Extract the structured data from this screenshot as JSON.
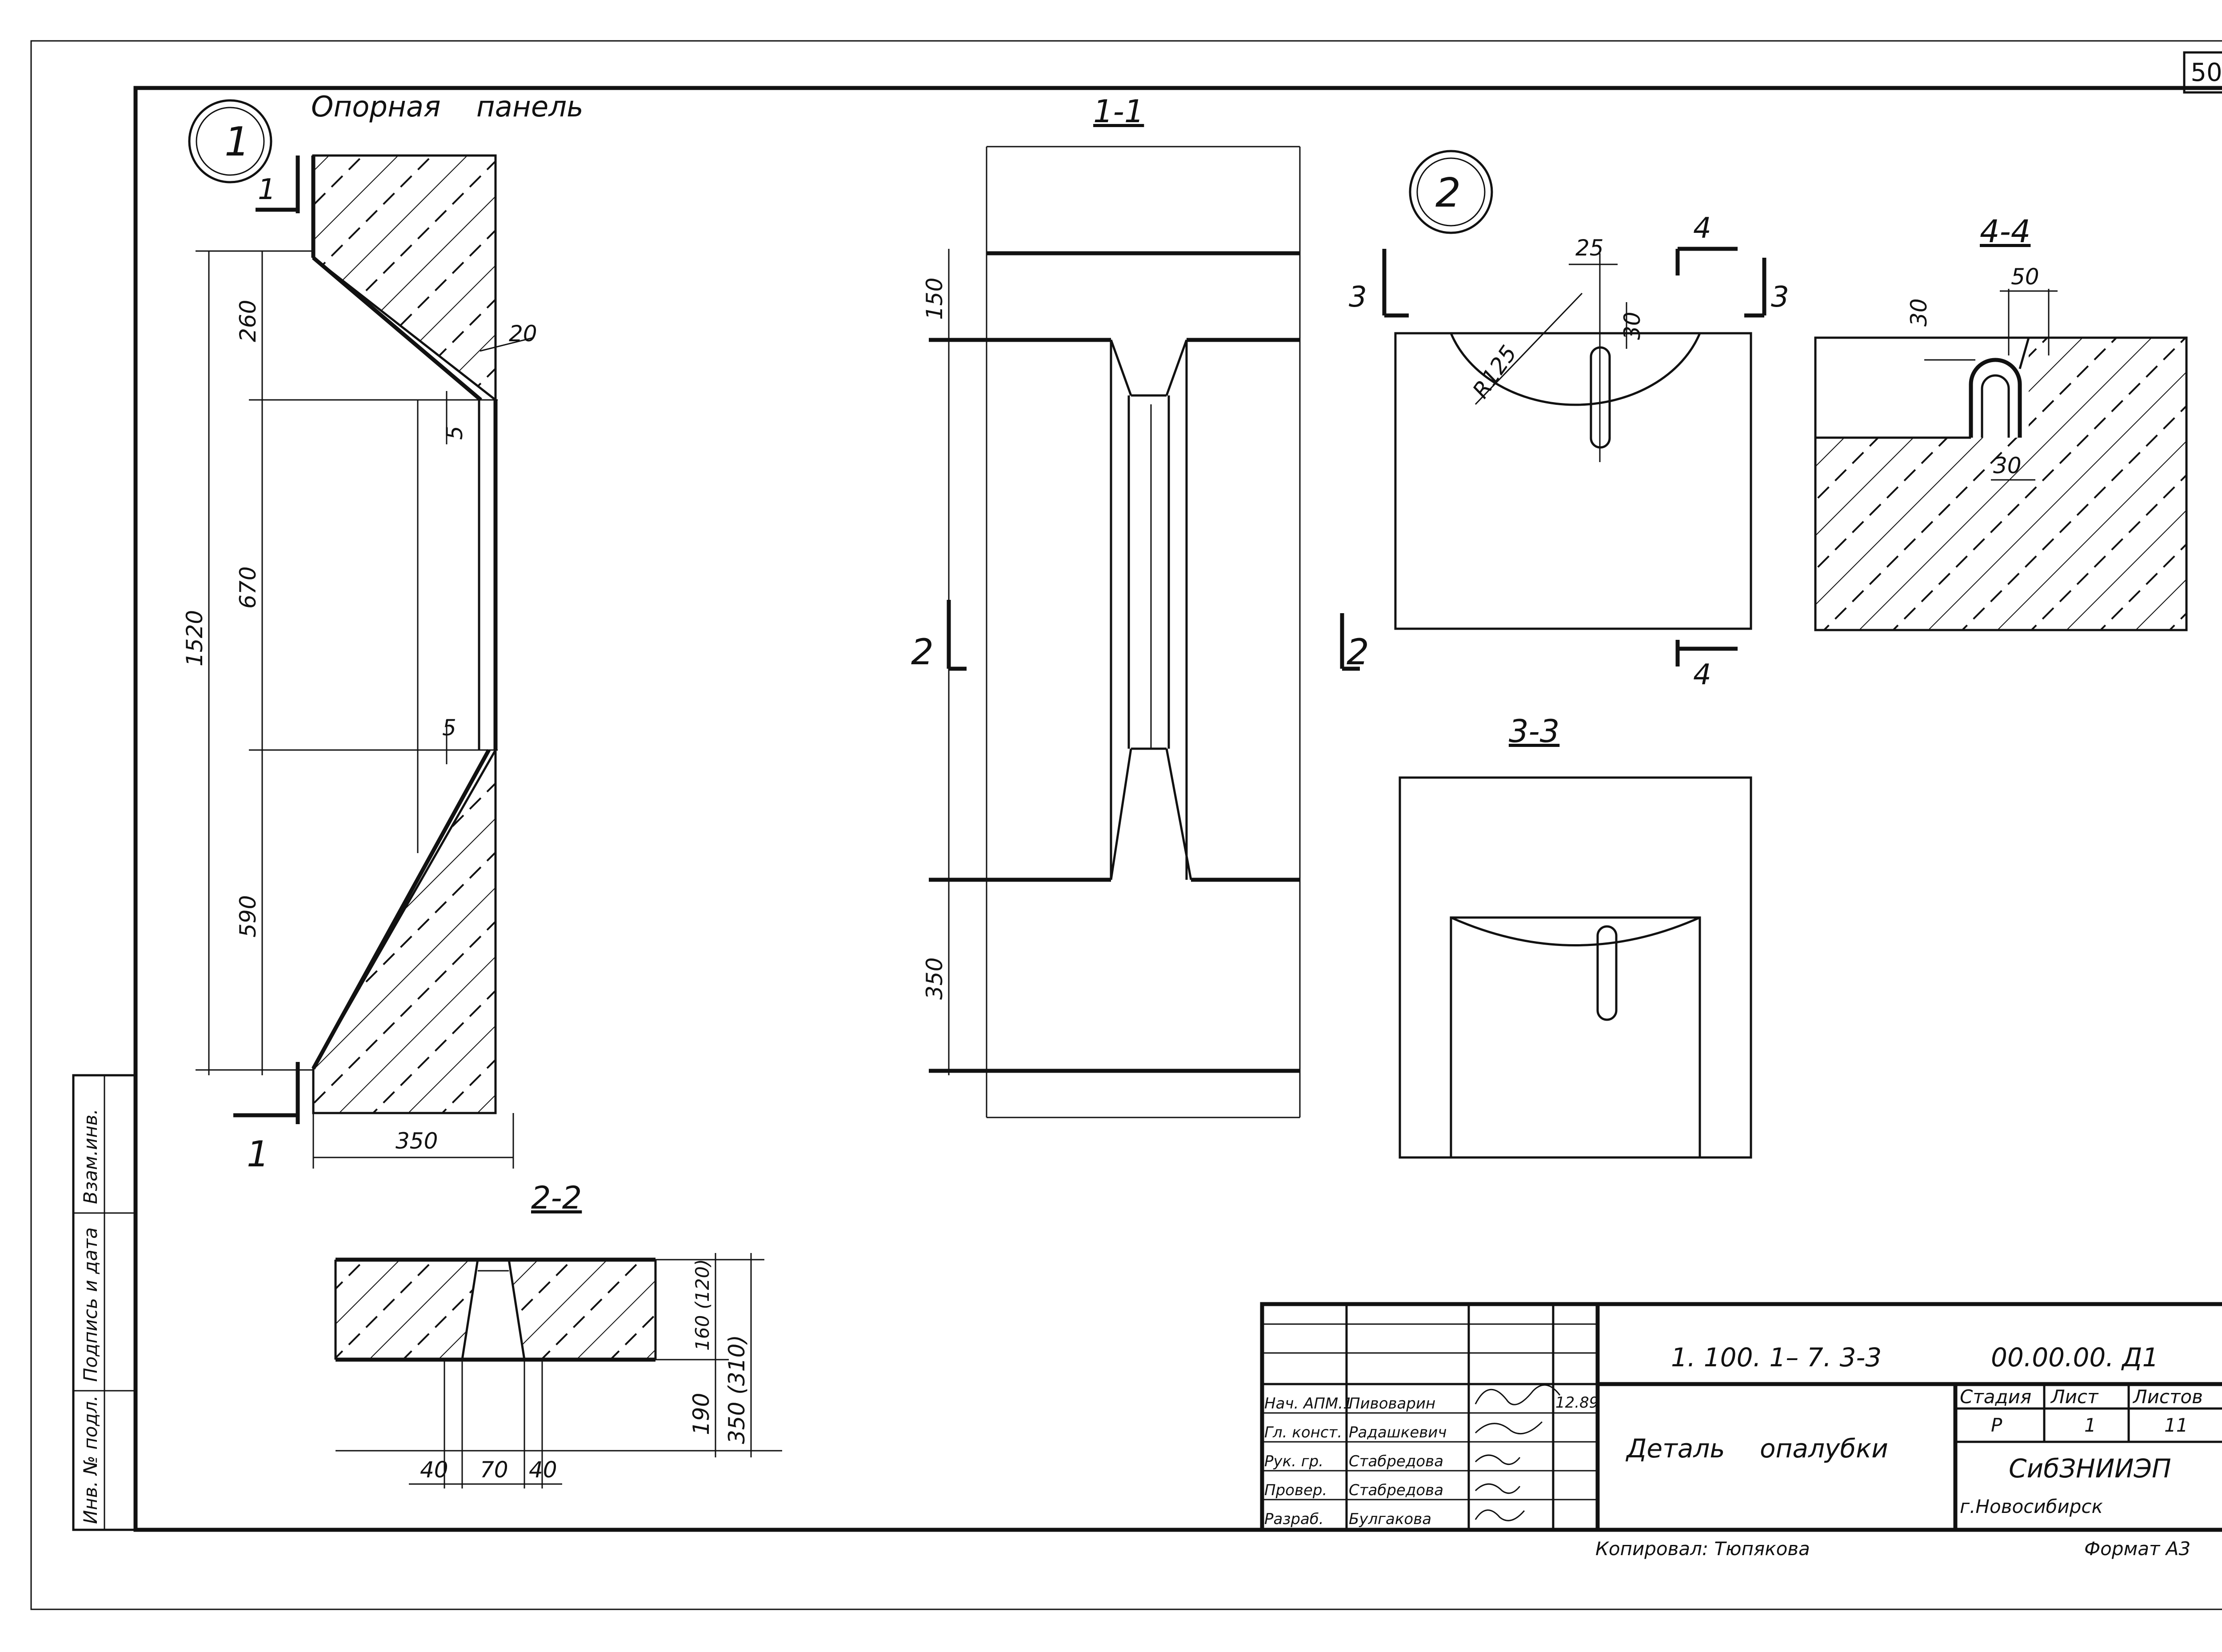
{
  "sheet_number": "50",
  "side_stamp": [
    "Инв. № подл.",
    "Подпись и дата",
    "Взам.инв."
  ],
  "detail_1": {
    "marker": "1",
    "title": "Опорная панель",
    "cut_label": "1",
    "dims": {
      "total": "1520",
      "d260": "260",
      "d670": "670",
      "d590": "590",
      "d20": "20",
      "d5a": "5",
      "d5b": "5",
      "width": "350"
    }
  },
  "section_1_1": {
    "title": "1-1",
    "dims": {
      "top": "150",
      "bottom": "350"
    },
    "cut_label": "2"
  },
  "section_2_2": {
    "title": "2-2",
    "dims": {
      "d40a": "40",
      "d70": "70",
      "d40b": "40",
      "d160": "160 (120)",
      "d190": "190",
      "d350": "350 (310)"
    }
  },
  "detail_2": {
    "marker": "2",
    "cut3": "3",
    "cut4": "4",
    "dims": {
      "d25": "25",
      "d30": "30",
      "r125": "R125"
    }
  },
  "section_4_4": {
    "title": "4-4",
    "dims": {
      "d50": "50",
      "d30a": "30",
      "d30b": "30"
    }
  },
  "section_3_3": {
    "title": "3-3"
  },
  "title_block": {
    "doc_code": "1. 100. 1– 7. 3-3",
    "doc_number": "00.00.00. Д1",
    "name": "Деталь опалубки",
    "stage_label": "Стадия",
    "sheet_label": "Лист",
    "sheets_label": "Листов",
    "stage": "Р",
    "sheet": "1",
    "sheets": "11",
    "org": "СибЗНИИЭП",
    "city": "г.Новосибирск",
    "date": "12.89",
    "roles": [
      {
        "role": "Нач. АПМ.1",
        "name": "Пивоварин"
      },
      {
        "role": "Гл. конст.",
        "name": "Радашкевич"
      },
      {
        "role": "Рук. гр.",
        "name": "Стабредова"
      },
      {
        "role": "Провер.",
        "name": "Стабредова"
      },
      {
        "role": "Разраб.",
        "name": "Булгакова"
      }
    ],
    "copied": "Копировал: Тюпякова",
    "format": "Формат А3"
  }
}
